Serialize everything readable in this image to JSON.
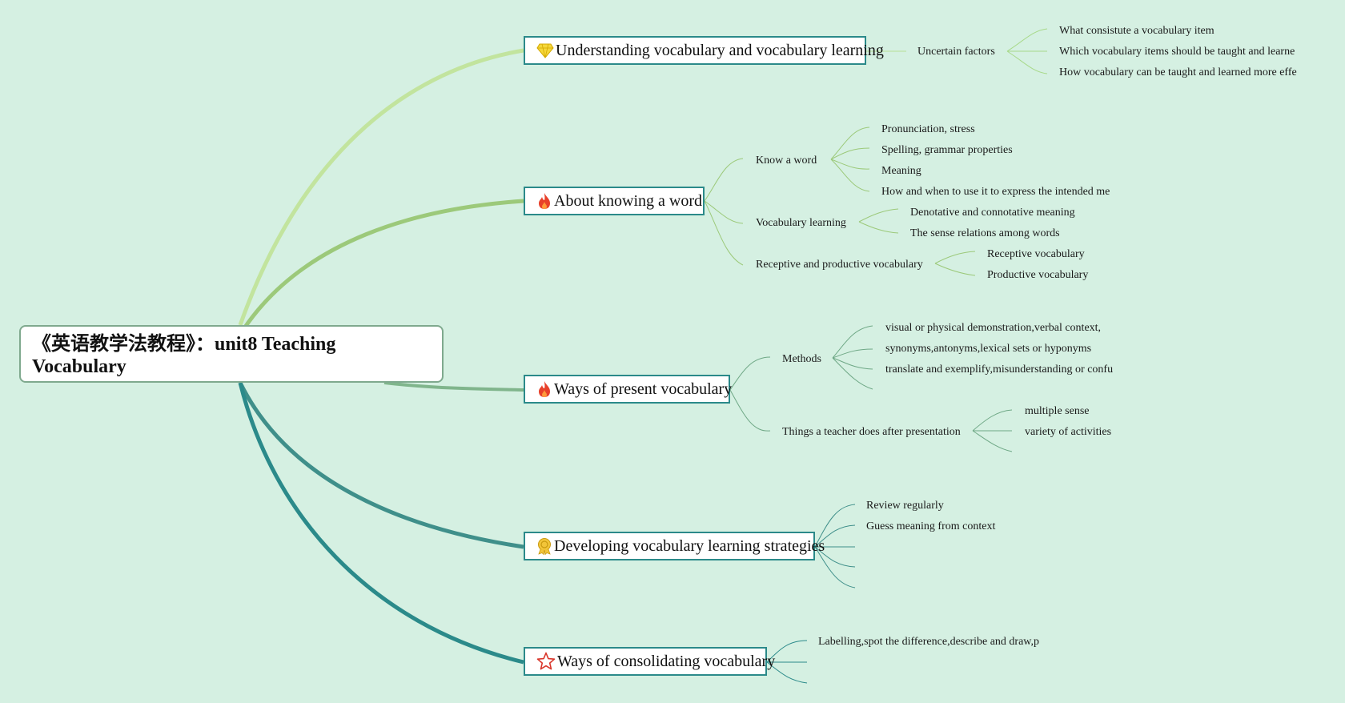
{
  "root": {
    "title": "《英语教学法教程》：unit8 Teaching Vocabulary"
  },
  "colors": {
    "background": "#d5f0e2",
    "branch_lines": [
      "#c2e49e",
      "#9cc97a",
      "#80b58c",
      "#3f8f8a",
      "#2b8a8a"
    ],
    "box_border": "#2b8a8a"
  },
  "branches": [
    {
      "label": "Understanding vocabulary and vocabulary learning",
      "icon": "diamond-icon",
      "subs": [
        {
          "label": "Uncertain factors",
          "items": [
            "What consistute a vocabulary item",
            "Which vocabulary items should be taught and learne",
            "How vocabulary can be taught and learned more effe"
          ]
        }
      ]
    },
    {
      "label": "About knowing a word",
      "icon": "fire-icon",
      "subs": [
        {
          "label": "Know a word",
          "items": [
            "Pronunciation, stress",
            "Spelling, grammar properties",
            "Meaning",
            "How and when to use it to express the intended me"
          ]
        },
        {
          "label": "Vocabulary learning",
          "items": [
            "Denotative and connotative meaning",
            "The sense relations among words"
          ]
        },
        {
          "label": "Receptive and productive vocabulary",
          "items": [
            "Receptive vocabulary",
            "Productive vocabulary"
          ]
        }
      ]
    },
    {
      "label": "Ways of present vocabulary",
      "icon": "fire-icon",
      "subs": [
        {
          "label": "Methods",
          "items": [
            "visual or physical demonstration,verbal context,",
            "synonyms,antonyms,lexical sets or hyponyms",
            "translate and exemplify,misunderstanding or confu",
            ""
          ]
        },
        {
          "label": "Things a teacher does after presentation",
          "items": [
            "multiple sense",
            "variety of activities",
            ""
          ]
        }
      ]
    },
    {
      "label": "Developing vocabulary learning strategies",
      "icon": "medal-icon",
      "items": [
        "Review regularly",
        "Guess meaning from context",
        "",
        "",
        ""
      ]
    },
    {
      "label": "Ways of consolidating vocabulary",
      "icon": "star-icon",
      "items": [
        "Labelling,spot the difference,describe and draw,p",
        "",
        ""
      ]
    }
  ]
}
